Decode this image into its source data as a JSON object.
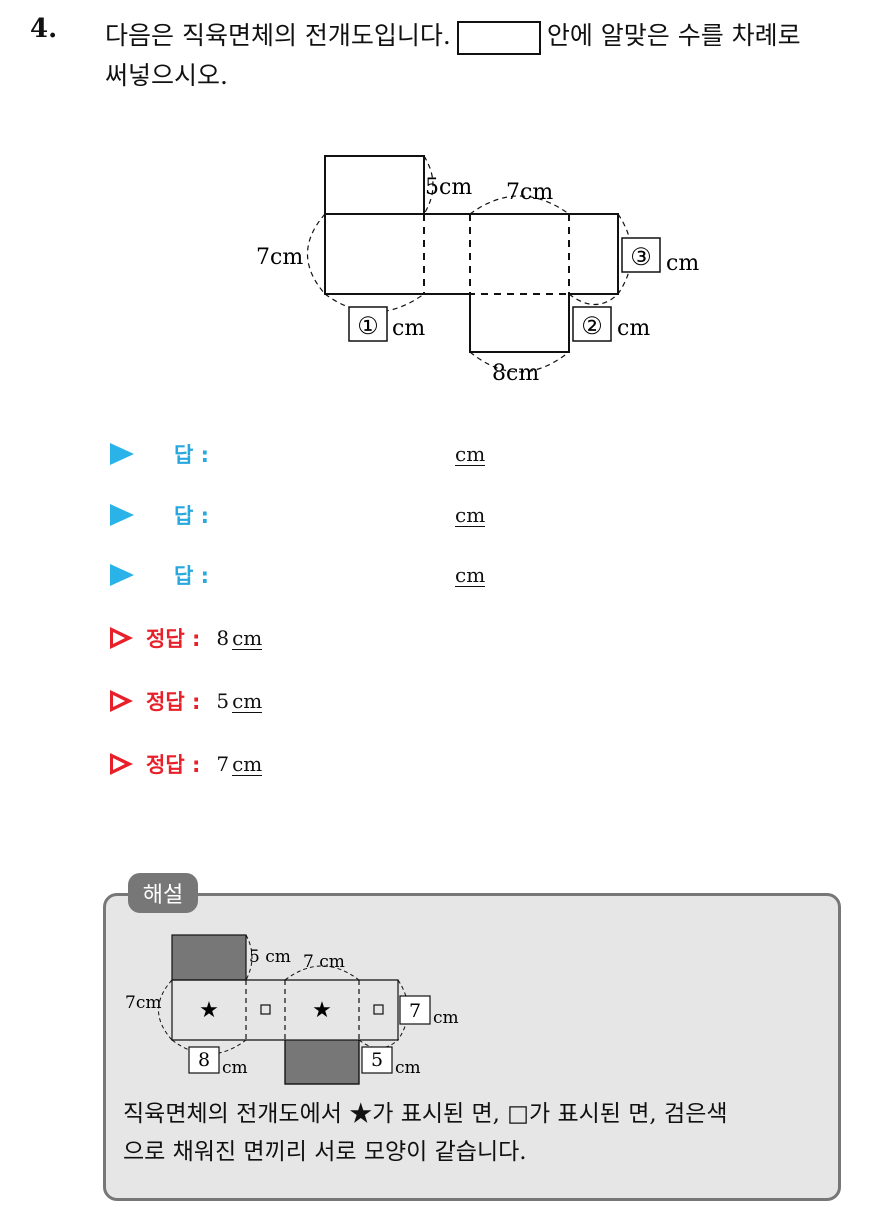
{
  "question": {
    "number": "4.",
    "text_before_box": "다음은 직육면체의 전개도입니다.",
    "text_after_box": "안에 알맞은 수를 차례로",
    "text_line2": "써넣으시오."
  },
  "figure": {
    "label_5cm": "5cm",
    "label_7cm_top": "7cm",
    "label_7cm_left": "7cm",
    "label_8cm": "8cm",
    "box1": "①",
    "box2": "②",
    "box3": "③",
    "unit": "cm"
  },
  "answers": [
    {
      "label": "답 :",
      "unit": "cm"
    },
    {
      "label": "답 :",
      "unit": "cm"
    },
    {
      "label": "답 :",
      "unit": "cm"
    }
  ],
  "correct": [
    {
      "label": "정답 :",
      "value": "8",
      "unit": "cm"
    },
    {
      "label": "정답 :",
      "value": "5",
      "unit": "cm"
    },
    {
      "label": "정답 :",
      "value": "7",
      "unit": "cm"
    }
  ],
  "explanation": {
    "tag": "해설",
    "fig": {
      "label_5cm": "5 cm",
      "label_7cm_top": "7 cm",
      "label_7cm_left": "7cm",
      "box_right_value": "7",
      "box_left_value": "8",
      "box_mid_value": "5",
      "unit": "cm",
      "star": "★",
      "square": "□"
    },
    "line1": "직육면체의 전개도에서 ★가 표시된 면, □가 표시된 면, 검은색",
    "line2": "으로 채워진 면끼리 서로 모양이 같습니다."
  }
}
